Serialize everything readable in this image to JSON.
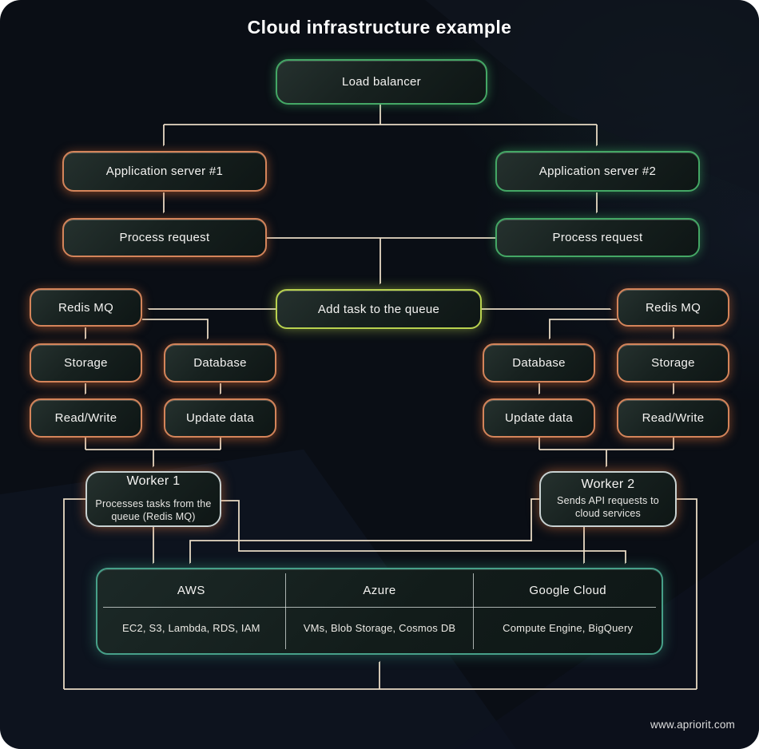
{
  "title": "Cloud infrastructure example",
  "footer": {
    "website": "www.apriorit.com"
  },
  "nodes": {
    "load_balancer": {
      "label": "Load balancer"
    },
    "app_server_1": {
      "label": "Application server #1"
    },
    "app_server_2": {
      "label": "Application server #2"
    },
    "process_request_1": {
      "label": "Process request"
    },
    "process_request_2": {
      "label": "Process request"
    },
    "add_task": {
      "label": "Add task to the queue"
    },
    "redis_mq_left": {
      "label": "Redis MQ"
    },
    "redis_mq_right": {
      "label": "Redis MQ"
    },
    "storage_left": {
      "label": "Storage"
    },
    "database_left": {
      "label": "Database"
    },
    "database_right": {
      "label": "Database"
    },
    "storage_right": {
      "label": "Storage"
    },
    "read_write_left": {
      "label": "Read/Write"
    },
    "update_data_left": {
      "label": "Update data"
    },
    "update_data_right": {
      "label": "Update data"
    },
    "read_write_right": {
      "label": "Read/Write"
    },
    "worker_1": {
      "title": "Worker 1",
      "description": "Processes tasks from the queue (Redis MQ)"
    },
    "worker_2": {
      "title": "Worker 2",
      "description": "Sends API requests to cloud services"
    }
  },
  "cloud_services": {
    "columns": [
      {
        "name": "AWS",
        "services": "EC2, S3, Lambda, RDS, IAM"
      },
      {
        "name": "Azure",
        "services": "VMs, Blob Storage, Cosmos DB"
      },
      {
        "name": "Google Cloud",
        "services": "Compute Engine, BigQuery"
      }
    ]
  },
  "colors": {
    "background": "#0a0e15",
    "box_border_green": "#44a765",
    "box_border_orange": "#d4845a",
    "box_border_lime": "#b9d24f",
    "box_border_teal": "#47a089",
    "worker_border": "#c8d2d2",
    "connector_line": "#e8dac4",
    "text": "#f4f3f1"
  }
}
